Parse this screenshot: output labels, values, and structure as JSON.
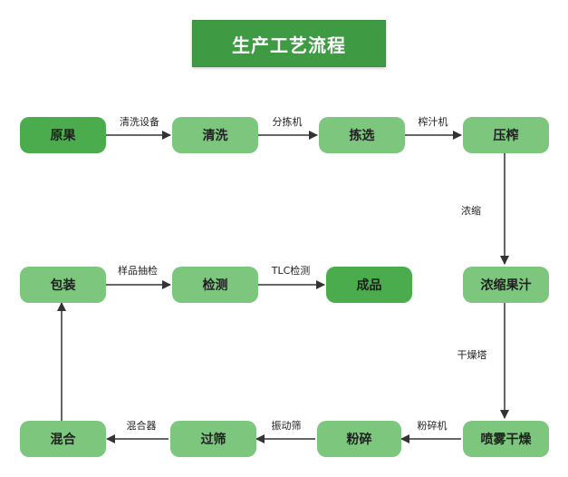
{
  "title": "生产工艺流程",
  "nodes": {
    "raw": "原果",
    "wash": "清洗",
    "sort": "拣选",
    "press": "压榨",
    "concentrate": "浓缩果汁",
    "spray_dry": "喷雾干燥",
    "crush": "粉碎",
    "sieve": "过筛",
    "mix": "混合",
    "pack": "包装",
    "inspect": "检测",
    "product": "成品"
  },
  "edges": {
    "raw_wash": "清洗设备",
    "wash_sort": "分拣机",
    "sort_press": "榨汁机",
    "press_concentrate": "浓缩",
    "concentrate_spray": "干燥塔",
    "spray_crush": "粉碎机",
    "crush_sieve": "振动筛",
    "sieve_mix": "混合器",
    "pack_inspect": "样品抽检",
    "inspect_product": "TLC检测"
  },
  "colors": {
    "title_bg": "#3f9a44",
    "node_fill": "#7cc67e",
    "node_fill_terminal": "#4aac4d",
    "arrow": "#333333"
  }
}
